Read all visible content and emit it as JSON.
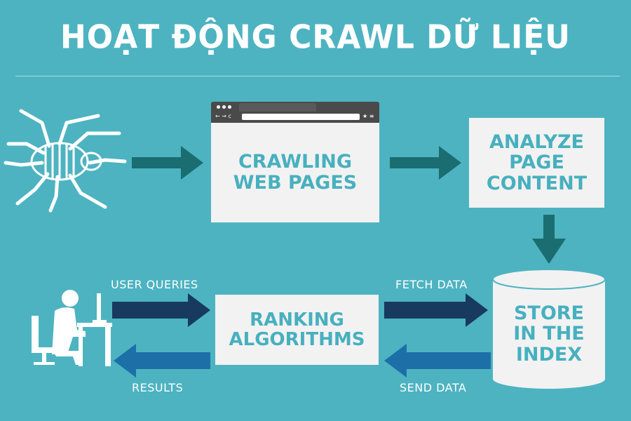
{
  "title": "HOẠT ĐỘNG CRAWL DỮ LIỆU",
  "nodes": {
    "crawling": "CRAWLING\nWEB PAGES",
    "analyze": "ANALYZE\nPAGE\nCONTENT",
    "store": "STORE\nIN THE\nINDEX",
    "ranking": "RANKING\nALGORITHMS"
  },
  "edge_labels": {
    "user_queries": "USER QUERIES",
    "fetch_data": "FETCH DATA",
    "results": "RESULTS",
    "send_data": "SEND DATA"
  },
  "browser": {
    "nav_symbols": "← → c",
    "toolbar_symbols": "★ ≡"
  },
  "icons": [
    "spider-icon",
    "user-at-computer-icon",
    "browser-window-icon",
    "database-cylinder-icon"
  ],
  "colors": {
    "background": "#4db3c1",
    "box_fill": "#f2f2f2",
    "box_text": "#47b0bf",
    "arrow_teal": "#1a6d70",
    "arrow_navy": "#173a5e",
    "arrow_blue": "#1d6fa8",
    "white": "#ffffff"
  }
}
